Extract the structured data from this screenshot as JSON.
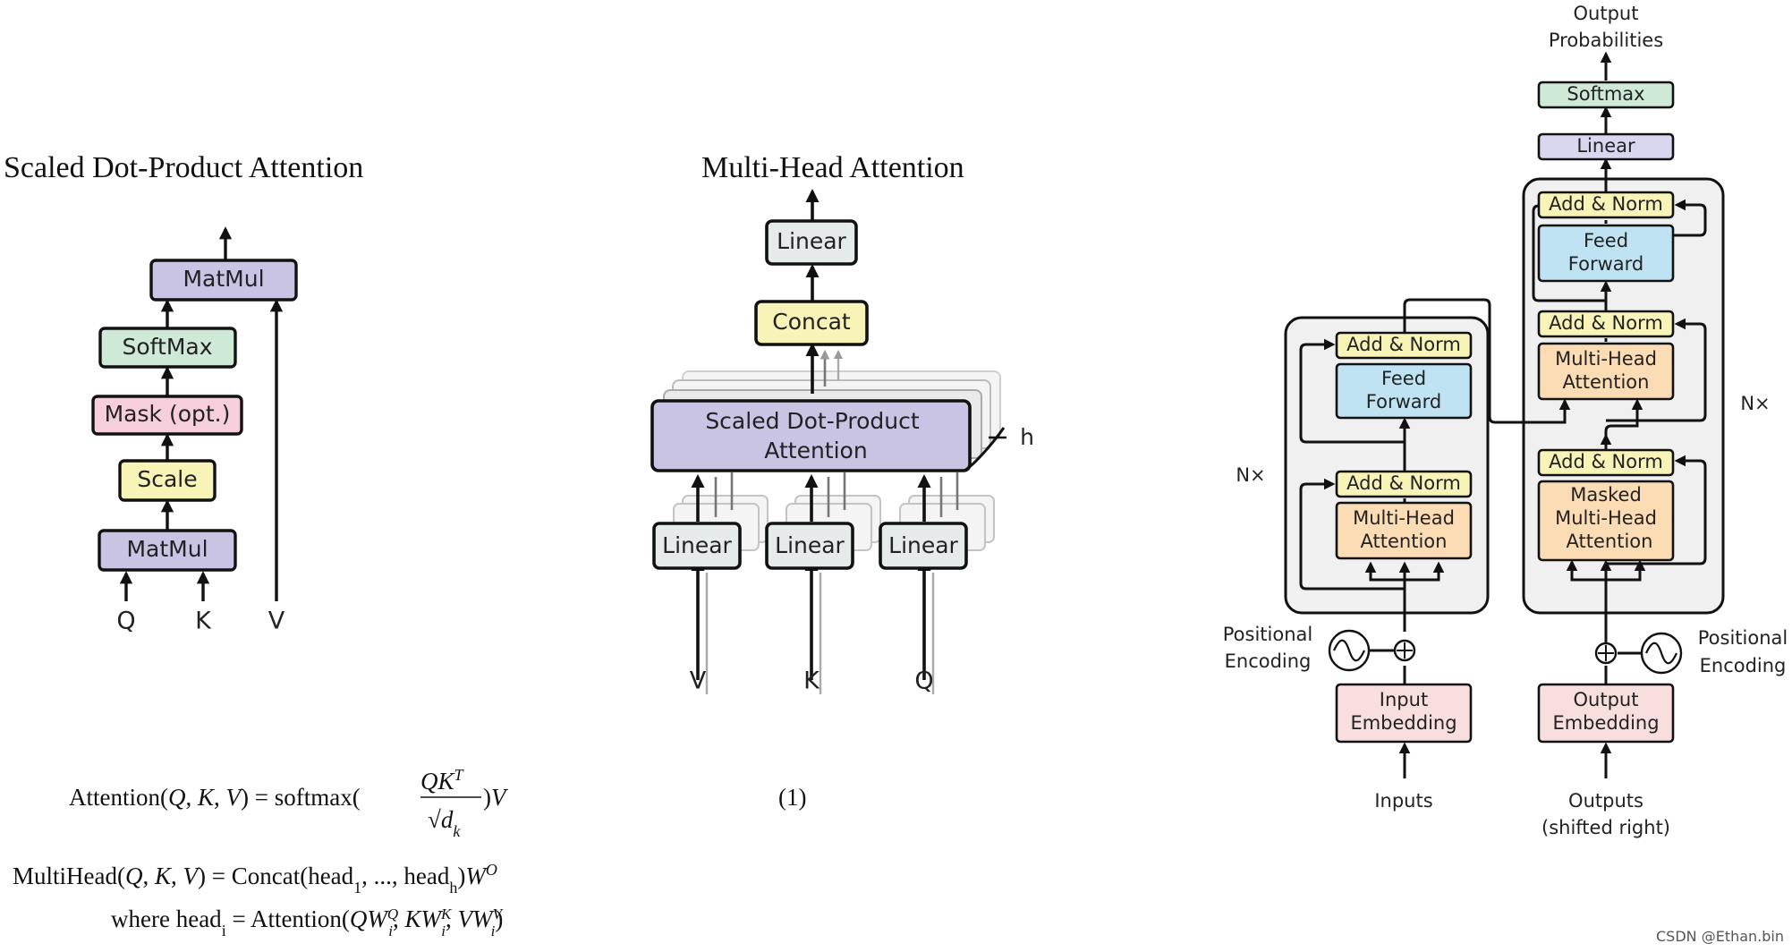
{
  "sdpa": {
    "title": "Scaled Dot-Product Attention",
    "matmul_top": "MatMul",
    "softmax": "SoftMax",
    "mask": "Mask (opt.)",
    "scale": "Scale",
    "matmul_bottom": "MatMul",
    "input_q": "Q",
    "input_k": "K",
    "input_v": "V"
  },
  "mha": {
    "title": "Multi-Head Attention",
    "linear_top": "Linear",
    "concat": "Concat",
    "sdpa_line1": "Scaled Dot-Product",
    "sdpa_line2": "Attention",
    "h_label": "h",
    "linear_v": "Linear",
    "linear_k": "Linear",
    "linear_q": "Linear",
    "input_v": "V",
    "input_k": "K",
    "input_q": "Q"
  },
  "transformer": {
    "output_line1": "Output",
    "output_line2": "Probabilities",
    "softmax": "Softmax",
    "linear": "Linear",
    "dec_addnorm3": "Add & Norm",
    "dec_ff_line1": "Feed",
    "dec_ff_line2": "Forward",
    "dec_addnorm2": "Add & Norm",
    "dec_mha_line1": "Multi-Head",
    "dec_mha_line2": "Attention",
    "dec_addnorm1": "Add & Norm",
    "dec_masked_line1": "Masked",
    "dec_masked_line2": "Multi-Head",
    "dec_masked_line3": "Attention",
    "dec_nx": "N×",
    "enc_addnorm2": "Add & Norm",
    "enc_ff_line1": "Feed",
    "enc_ff_line2": "Forward",
    "enc_addnorm1": "Add & Norm",
    "enc_mha_line1": "Multi-Head",
    "enc_mha_line2": "Attention",
    "enc_nx": "N×",
    "enc_pos_line1": "Positional",
    "enc_pos_line2": "Encoding",
    "dec_pos_line1": "Positional",
    "dec_pos_line2": "Encoding",
    "input_emb_line1": "Input",
    "input_emb_line2": "Embedding",
    "output_emb_line1": "Output",
    "output_emb_line2": "Embedding",
    "inputs": "Inputs",
    "outputs_line1": "Outputs",
    "outputs_line2": "(shifted right)"
  },
  "equation_number": "(1)",
  "watermark": "CSDN @Ethan.bin",
  "colors": {
    "purple": "#c9c3e4",
    "green": "#cfe9d7",
    "pink": "#f7cfdc",
    "yellow": "#f8f3b6",
    "light_gray": "#e4ebea",
    "blue": "#bfe3f2",
    "orange": "#fbdcb5",
    "emb_pink": "#f9dede",
    "block_gray": "#f0f0f0"
  }
}
